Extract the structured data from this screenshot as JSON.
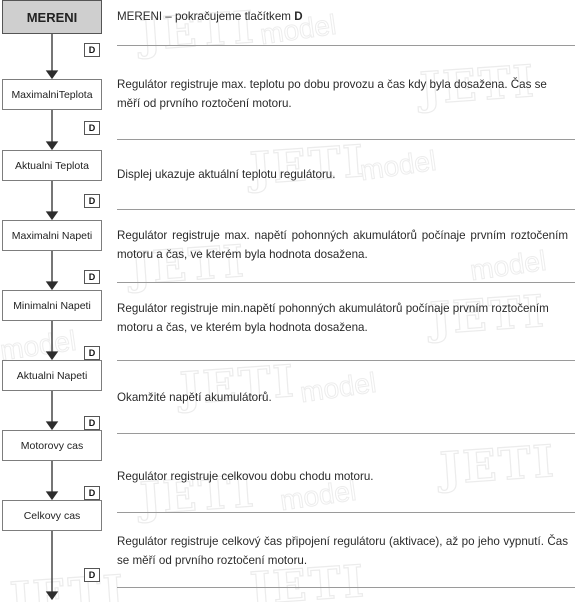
{
  "watermark": {
    "brand": "JETI",
    "sub": "model"
  },
  "colors": {
    "header_fill": "#cfcfcf",
    "box_border": "#7d7d7d",
    "rule": "#9a9a9a",
    "watermark": "#ececec"
  },
  "steps": [
    {
      "label": "MERENI",
      "button": "D",
      "text": "MERENI – pokračujeme tlačítkem ",
      "text_bold": "D"
    },
    {
      "label": "MaximalniTeplota",
      "button": "D",
      "text": "Regulátor registruje max. teplotu po dobu provozu a čas kdy byla dosažena. Čas se měří od prvního roztočení motoru."
    },
    {
      "label": "Aktualni Teplota",
      "button": "D",
      "text": "Displej ukazuje aktuální teplotu regulátoru."
    },
    {
      "label": "Maximalni Napeti",
      "button": "D",
      "text": "Regulátor registruje max. napětí pohonných akumulátorů počínaje prvním roztočením motoru a čas, ve kterém byla hodnota dosažena."
    },
    {
      "label": "Minimalni Napeti",
      "button": "D",
      "text": "Regulátor registruje min.napětí pohonných akumulátorů počínaje prvním roztočením motoru a čas, ve kterém byla hodnota dosažena."
    },
    {
      "label": "Aktualni Napeti",
      "button": "D",
      "text": "Okamžité napětí akumulátorů."
    },
    {
      "label": "Motorovy cas",
      "button": "D",
      "text": "Regulátor registruje celkovou dobu chodu motoru."
    },
    {
      "label": "Celkovy cas",
      "button": "D",
      "text": "Regulátor registruje celkový čas připojení regulátoru (aktivace), až po jeho vypnutí. Čas se měří od prvního roztočení motoru."
    }
  ]
}
